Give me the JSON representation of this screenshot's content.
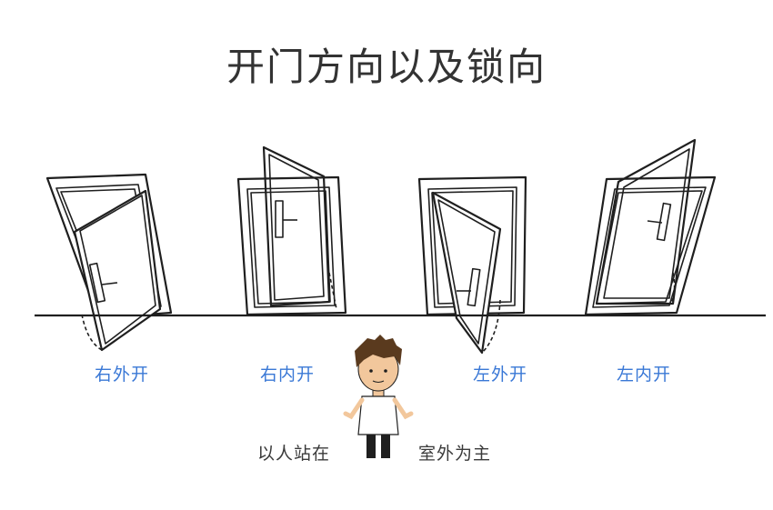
{
  "title": "开门方向以及锁向",
  "doors": [
    {
      "label": "右外开"
    },
    {
      "label": "右内开"
    },
    {
      "label": "左外开"
    },
    {
      "label": "左内开"
    }
  ],
  "caption": {
    "left": "以人站在",
    "right": "室外为主"
  },
  "colors": {
    "label": "#3a78d6",
    "line": "#1f1f1f",
    "hair": "#5a3a1e",
    "shirt": "#ffffff",
    "pants": "#1f1f1f"
  }
}
